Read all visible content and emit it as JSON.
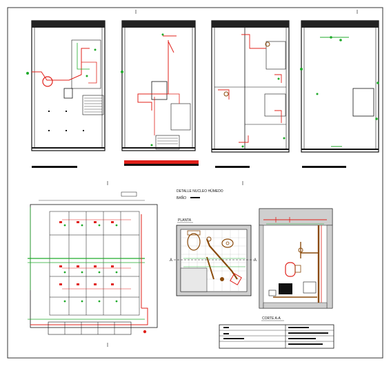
{
  "detail": {
    "title": "DETALLE NUCLEO HÚMEDO",
    "subtitle": "BAÑO",
    "plan_label": "PLANTA",
    "section_marker_left": "A",
    "section_marker_right": "A",
    "section_label": "CORTE A-A"
  },
  "colors": {
    "wall": "#111111",
    "water_hot": "#e0201a",
    "water_cold": "#1faa2a",
    "fixtures": "#8a4a0a",
    "fitting": "#ff00ff",
    "sheet_border": "#333333"
  },
  "icons": [
    "sink-icon",
    "toilet-icon",
    "water-heater-icon",
    "valve-icon",
    "shower-icon"
  ]
}
